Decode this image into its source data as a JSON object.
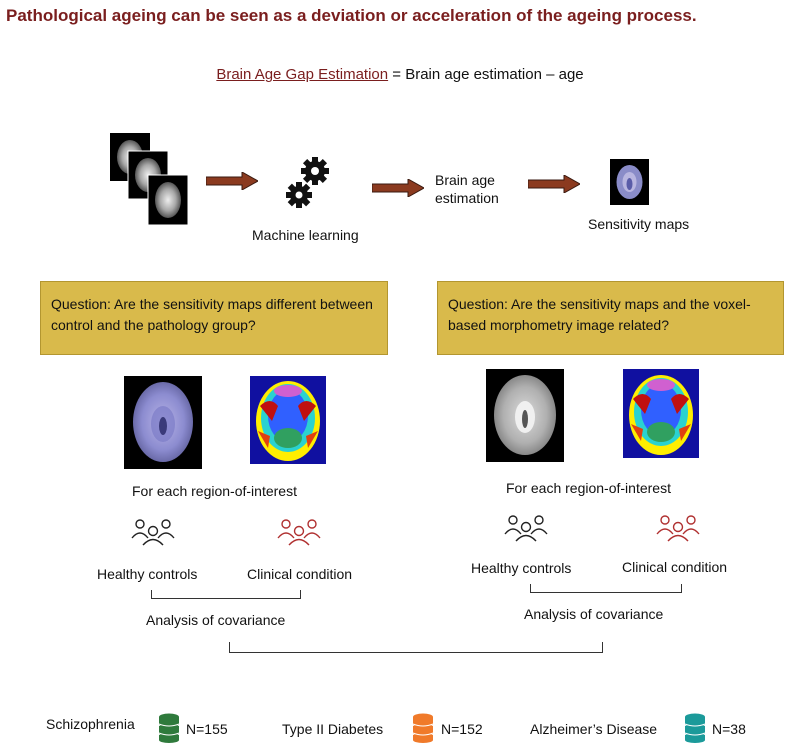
{
  "title": "Pathological ageing can be seen as a deviation or acceleration of the ageing process.",
  "formula": {
    "term": "Brain Age Gap Estimation",
    "rest": " = Brain age estimation – age"
  },
  "pipeline": {
    "ml_label": "Machine learning",
    "estimation_label_1": "Brain age",
    "estimation_label_2": "estimation",
    "sensitivity_label": "Sensitivity maps",
    "arrow_color": "#8b3a1f"
  },
  "left_panel": {
    "question": "Question: Are the sensitivity maps different between control and the pathology group?",
    "roi_label": "For each region-of-interest",
    "group_a": "Healthy controls",
    "group_b": "Clinical condition",
    "analysis": "Analysis of covariance"
  },
  "right_panel": {
    "question": "Question: Are the sensitivity maps and the voxel-based morphometry image related?",
    "roi_label": "For each region-of-interest",
    "group_a": "Healthy controls",
    "group_b": "Clinical condition",
    "analysis": "Analysis of covariance"
  },
  "datasets": [
    {
      "name": "Schizophrenia",
      "count": "N=155",
      "color": "#2f7a3c",
      "icon": "database-icon"
    },
    {
      "name": "Type II Diabetes",
      "count": "N=152",
      "color": "#f07a2a",
      "icon": "database-icon"
    },
    {
      "name": "Alzheimer’s Disease",
      "count": "N=38",
      "color": "#1b9a9a",
      "icon": "database-icon"
    }
  ],
  "colors": {
    "title": "#7a1e1e",
    "question_box": "#d9ba4b",
    "group_a_icon": "#222222",
    "group_b_icon": "#b03030"
  }
}
